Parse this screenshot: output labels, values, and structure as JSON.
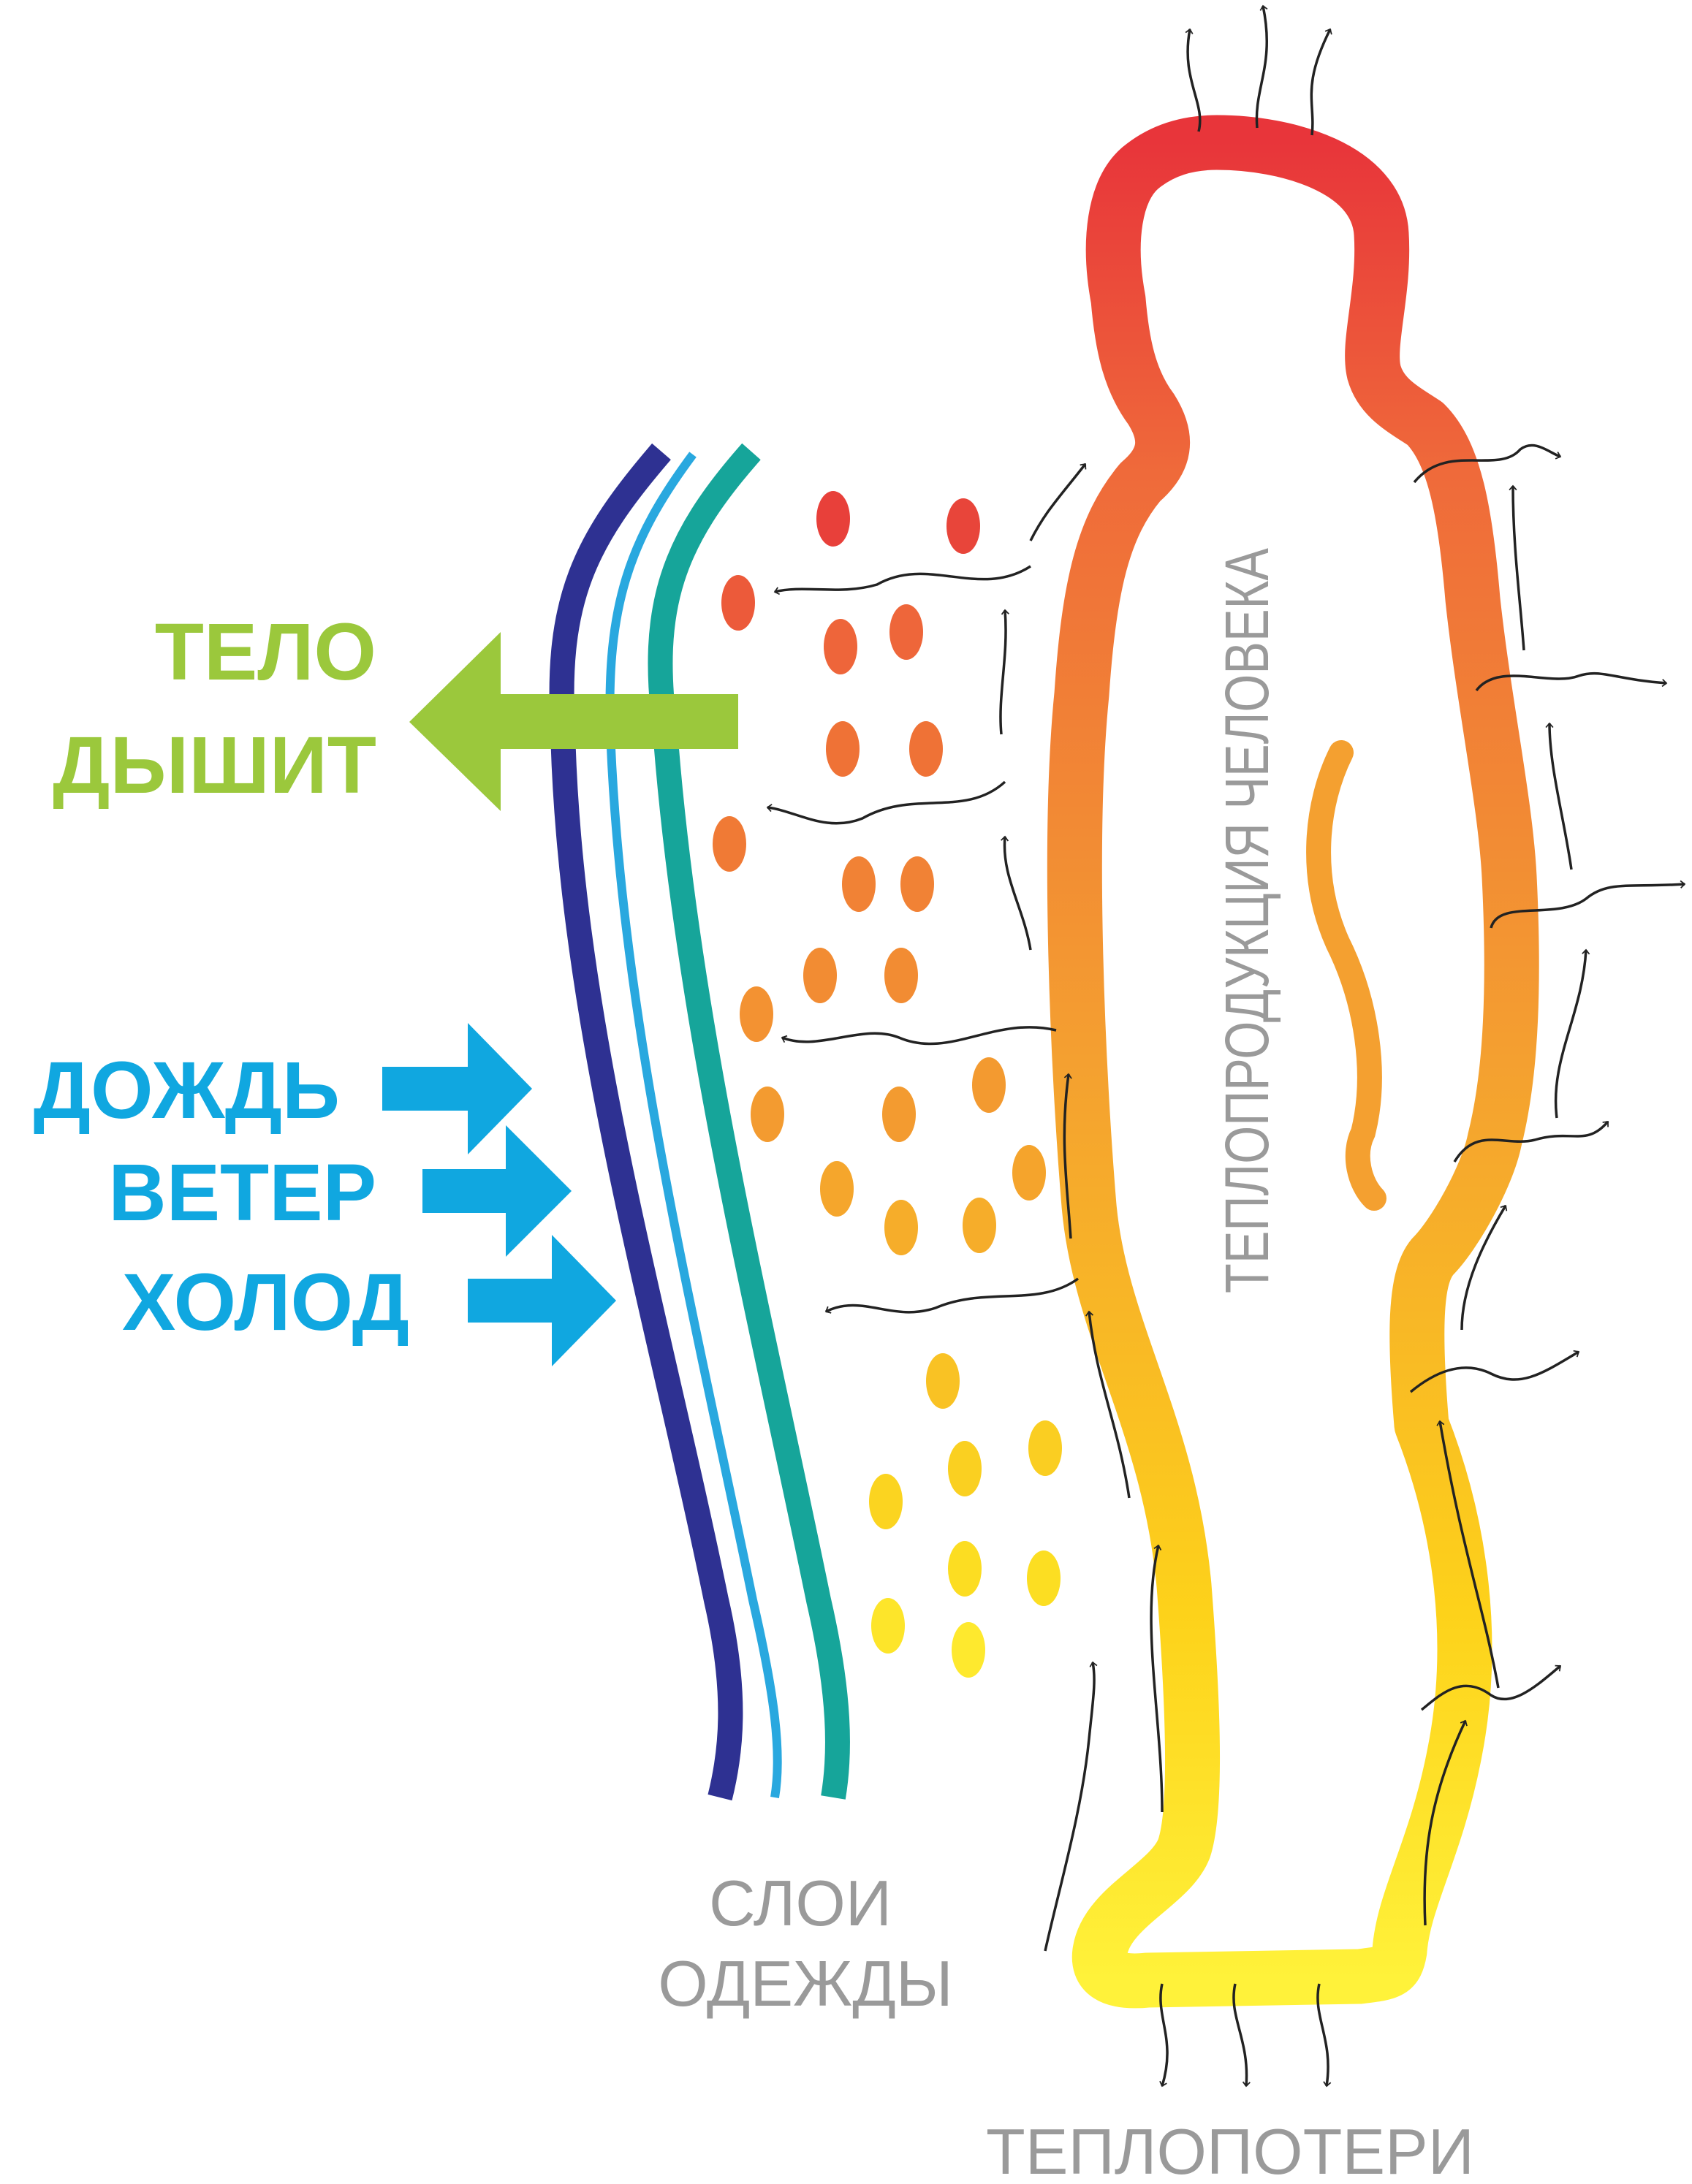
{
  "labels": {
    "breathing": [
      "ТЕЛО",
      "ДЫШИТ"
    ],
    "weather": [
      "ДОЖДЬ",
      "ВЕТЕР",
      "ХОЛОД"
    ],
    "layers": [
      "СЛОИ",
      "ОДЕЖДЫ"
    ],
    "heat_production": "ТЕПЛОПРОДУКЦИЯ ЧЕЛОВЕКА",
    "heat_loss": "ТЕПЛОПОТЕРИ"
  },
  "colors": {
    "green": "#9bc83c",
    "blue": "#10a7e0",
    "grey": "#9a9a9a",
    "layer_navy": "#2e3192",
    "layer_lightblue": "#29a8df",
    "layer_teal": "#16a59a",
    "heat_top": "#e8353a",
    "heat_mid": "#f39b30",
    "heat_bottom": "#ffe835",
    "arrow": "#222222"
  }
}
